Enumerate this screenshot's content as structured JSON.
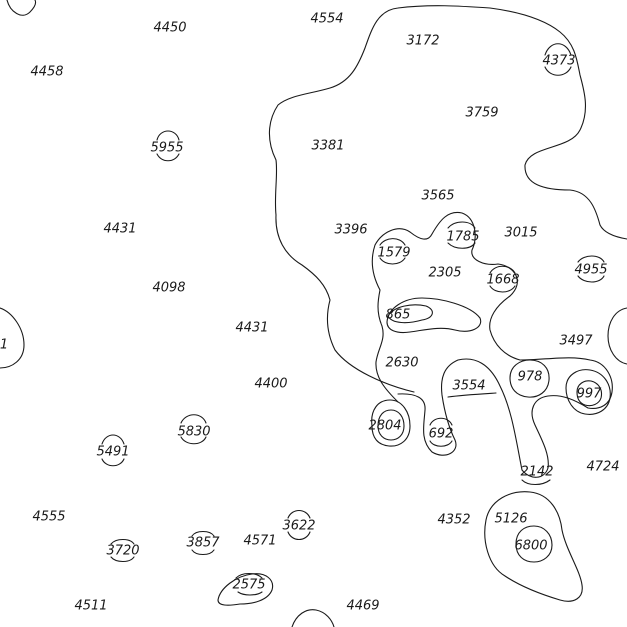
{
  "map": {
    "line_color": "#1a1a1a",
    "background": "#ffffff",
    "elevation_labels": [
      "4450",
      "4554",
      "3172",
      "4373",
      "4458",
      "3759",
      "5955",
      "3381",
      "3565",
      "4431",
      "3396",
      "1785",
      "3015",
      "1579",
      "2305",
      "1668",
      "4955",
      "4098",
      "865",
      "4431",
      "3497",
      "2630",
      "978",
      "4400",
      "3554",
      "997",
      "2804",
      "692",
      "5830",
      "5491",
      "2142",
      "4724",
      "5126",
      "4555",
      "4352",
      "3622",
      "6800",
      "3720",
      "3857",
      "4571",
      "2575",
      "4511",
      "4469",
      "1"
    ]
  }
}
